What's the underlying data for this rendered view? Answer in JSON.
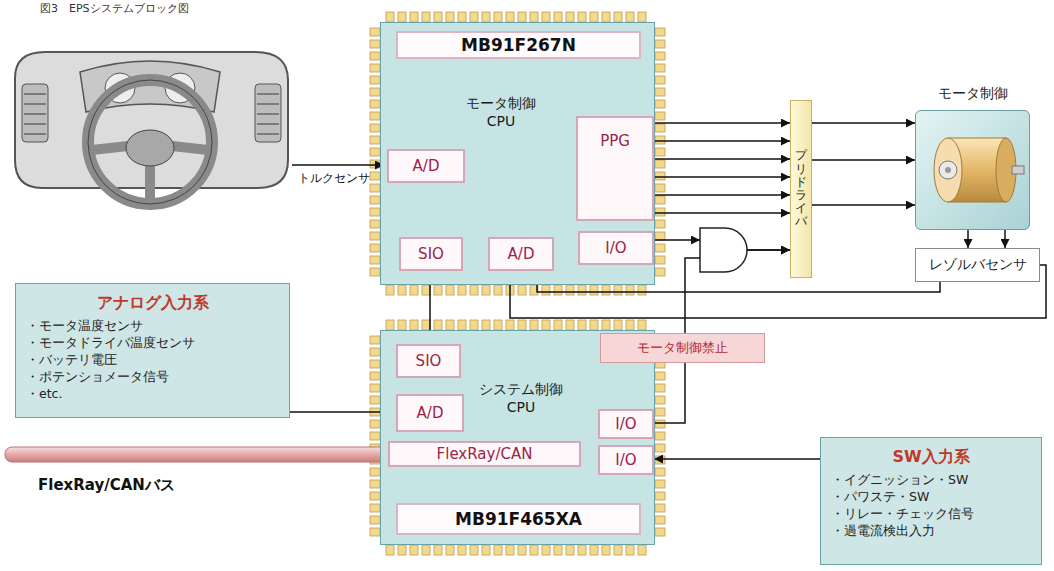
{
  "diagram": {
    "title": "図3　EPSシステムブロック図",
    "nodes": [
      {
        "text": [
          "モータ制御 CPU"
        ]
      },
      {
        "text": [
          "MB91F267N"
        ],
        "in": 0
      },
      {
        "text": [
          "A/D"
        ],
        "in": 0
      },
      {
        "text": [
          "PPG"
        ],
        "in": 0
      },
      {
        "text": [
          "SIO"
        ],
        "in": 0
      },
      {
        "text": [
          "A/D"
        ],
        "in": 0
      },
      {
        "text": [
          "I/O"
        ],
        "in": 0
      },
      {
        "text": [
          "プリドライバ"
        ]
      },
      {
        "text": [
          "モータ制御"
        ]
      },
      {
        "text": [
          "レゾルバセンサ"
        ]
      },
      {
        "text": [
          "アナログ入力系",
          "・モータ温度センサ",
          "・モータドライバ温度センサ",
          "・バッテリ電圧",
          "・ポテンショメータ信号",
          "・etc."
        ]
      },
      {
        "text": [
          "システム制御 CPU"
        ]
      },
      {
        "text": [
          "SIO"
        ],
        "in": 11
      },
      {
        "text": [
          "A/D"
        ],
        "in": 11
      },
      {
        "text": [
          "I/O"
        ],
        "in": 11
      },
      {
        "text": [
          "FlexRay/CAN"
        ],
        "in": 11
      },
      {
        "text": [
          "I/O"
        ],
        "in": 11
      },
      {
        "text": [
          "MB91F465XA"
        ],
        "in": 11
      },
      {
        "text": [
          "モータ制御禁止"
        ]
      },
      {
        "text": [
          "SW入力系",
          "・イグニッション・SW",
          "・パワステ・SW",
          "・リレー・チェック信号",
          "・過電流検出入力"
        ]
      }
    ],
    "edges": [
      {
        "from": 3,
        "to": 7,
        "arrow": "to"
      },
      {
        "from": 3,
        "to": 7,
        "arrow": "to"
      },
      {
        "from": 3,
        "to": 7,
        "arrow": "to"
      },
      {
        "from": 3,
        "to": 7,
        "arrow": "to"
      },
      {
        "from": 3,
        "to": 7,
        "arrow": "to"
      },
      {
        "from": 3,
        "to": 7,
        "arrow": "to"
      },
      {
        "from": 6,
        "to": 7,
        "arrow": "to"
      },
      {
        "from": 14,
        "to": 7,
        "arrow": "to"
      },
      {
        "from": 7,
        "to": 8,
        "arrow": "to"
      },
      {
        "from": 7,
        "to": 8,
        "arrow": "to"
      },
      {
        "from": 7,
        "to": 8,
        "arrow": "to"
      },
      {
        "from": 8,
        "to": 9,
        "arrow": "to"
      },
      {
        "from": 8,
        "to": 9,
        "arrow": "to"
      },
      {
        "from": 9,
        "to": 5,
        "arrow": "to"
      },
      {
        "from": 9,
        "to": 5,
        "arrow": "to"
      },
      {
        "from": 4,
        "to": 12,
        "arrow": "both"
      },
      {
        "from": 10,
        "to": 13,
        "arrow": "to"
      },
      {
        "from": 19,
        "to": 16,
        "arrow": "to"
      }
    ],
    "labels": [
      "トルクセンサ",
      "FlexRay/CANバス"
    ]
  }
}
